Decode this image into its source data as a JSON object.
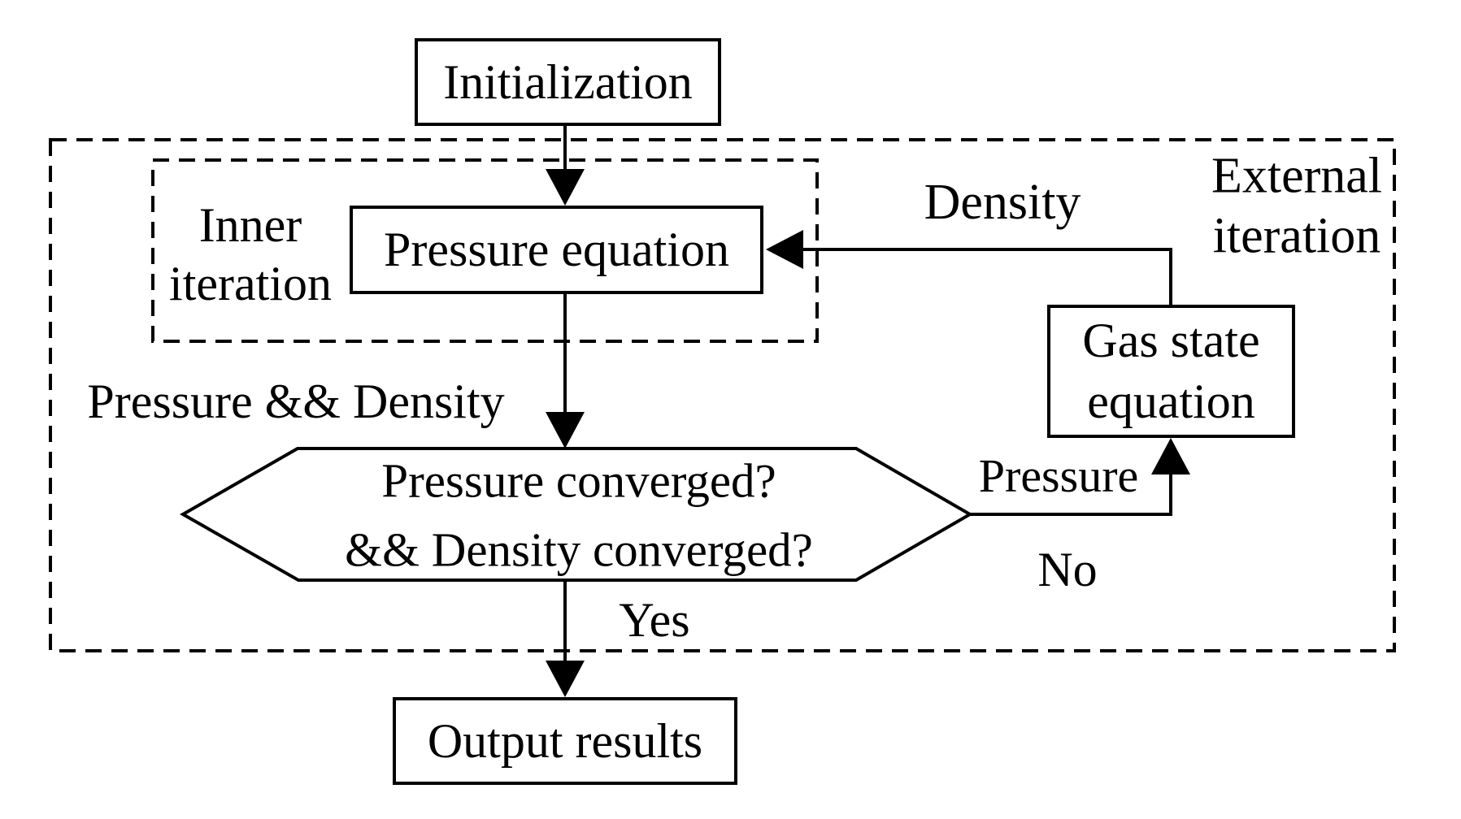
{
  "diagram": {
    "background_color": "#ffffff",
    "line_color": "#000000",
    "nodes": {
      "initialization": {
        "label": "Initialization"
      },
      "pressure_equation": {
        "label": "Pressure equation"
      },
      "gas_state_equation": {
        "label_line1": "Gas state",
        "label_line2": "equation"
      },
      "decision": {
        "line1": "Pressure converged?",
        "line2": "&& Density converged?"
      },
      "output": {
        "label": "Output results"
      }
    },
    "groups": {
      "inner_iteration": {
        "line1": "Inner",
        "line2": "iteration"
      },
      "external_iteration": {
        "line1": "External",
        "line2": "iteration"
      }
    },
    "edge_labels": {
      "density": "Density",
      "pressure": "Pressure",
      "pressure_and_density": "Pressure && Density",
      "yes": "Yes",
      "no": "No"
    }
  }
}
